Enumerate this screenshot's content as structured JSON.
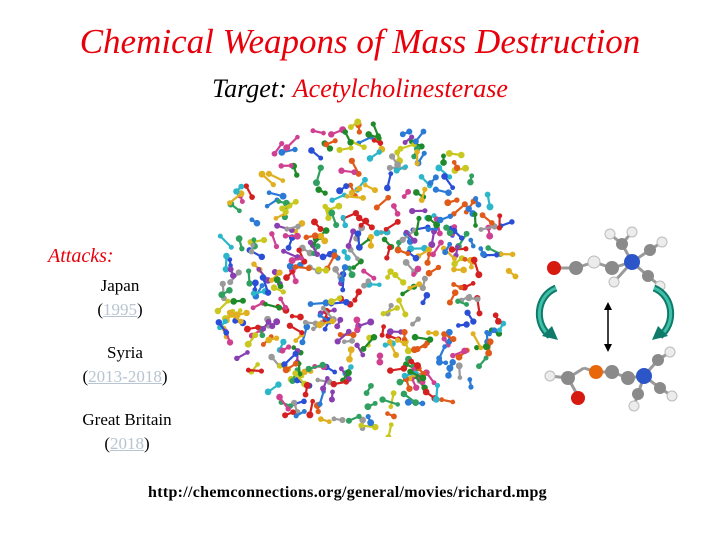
{
  "title": "Chemical Weapons of Mass Destruction",
  "subtitle": {
    "label": "Target:",
    "target": "Acetylcholinesterase"
  },
  "attacks": {
    "heading": "Attacks:",
    "items": [
      {
        "place": "Japan",
        "year": "1995"
      },
      {
        "place": "Syria",
        "year": "2013-2018"
      },
      {
        "place": "Great Britain",
        "year": "2018"
      }
    ]
  },
  "link": "http://chemconnections.org/general/movies/richard.mpg",
  "colors": {
    "title": "#e8000b",
    "year": "#b8c4d2"
  }
}
